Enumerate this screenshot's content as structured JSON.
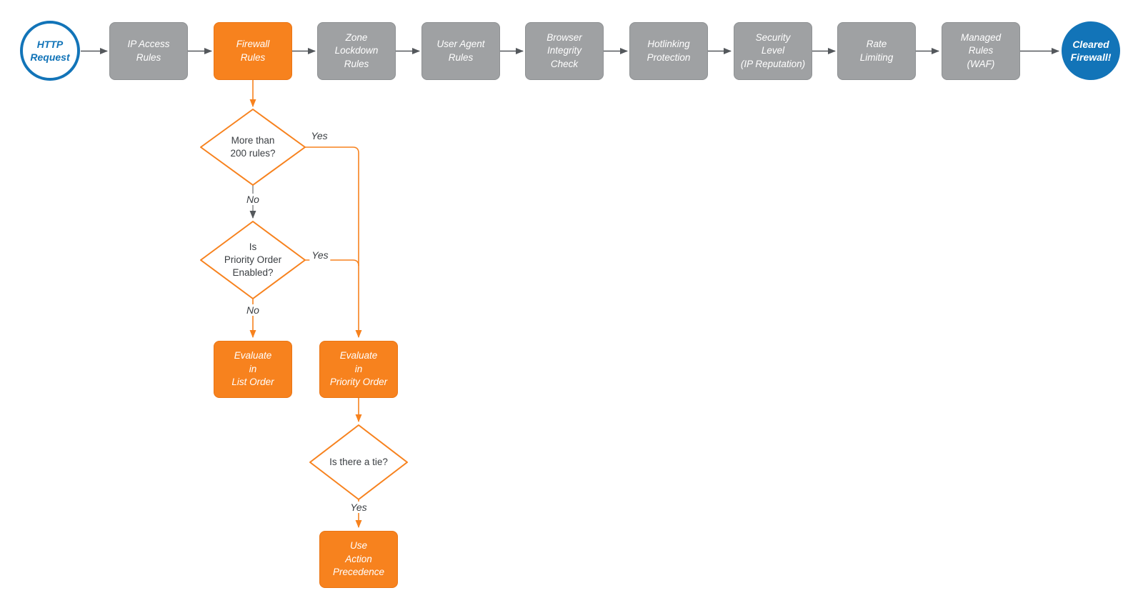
{
  "title": "Firewall request evaluation flowchart",
  "colors": {
    "orange": "#F7821E",
    "gray_node": "#9FA1A3",
    "blue": "#1274B8",
    "connector_dark": "#54585C",
    "connector_light_gray": "#8F9295",
    "text_dark": "#3A3E42",
    "white": "#FFFFFF"
  },
  "pipeline": {
    "start": {
      "label": "HTTP\nRequest"
    },
    "stages": [
      {
        "label": "IP Access\nRules",
        "highlight": false
      },
      {
        "label": "Firewall\nRules",
        "highlight": true
      },
      {
        "label": "Zone\nLockdown\nRules",
        "highlight": false
      },
      {
        "label": "User Agent\nRules",
        "highlight": false
      },
      {
        "label": "Browser\nIntegrity\nCheck",
        "highlight": false
      },
      {
        "label": "Hotlinking\nProtection",
        "highlight": false
      },
      {
        "label": "Security\nLevel\n(IP Reputation)",
        "highlight": false
      },
      {
        "label": "Rate\nLimiting",
        "highlight": false
      },
      {
        "label": "Managed\nRules\n(WAF)",
        "highlight": false
      }
    ],
    "end": {
      "label": "Cleared\nFirewall!"
    }
  },
  "branch": {
    "decision_1": {
      "label": "More than\n200 rules?",
      "yes": "Yes",
      "no": "No"
    },
    "decision_2": {
      "label": "Is\nPriority Order\nEnabled?",
      "yes": "Yes",
      "no": "No"
    },
    "decision_3": {
      "label": "Is there a tie?",
      "yes": "Yes"
    },
    "action_list_order": {
      "label": "Evaluate\nin\nList Order"
    },
    "action_priority_order": {
      "label": "Evaluate\nin\nPriority Order"
    },
    "action_precedence": {
      "label": "Use\nAction\nPrecedence"
    }
  }
}
